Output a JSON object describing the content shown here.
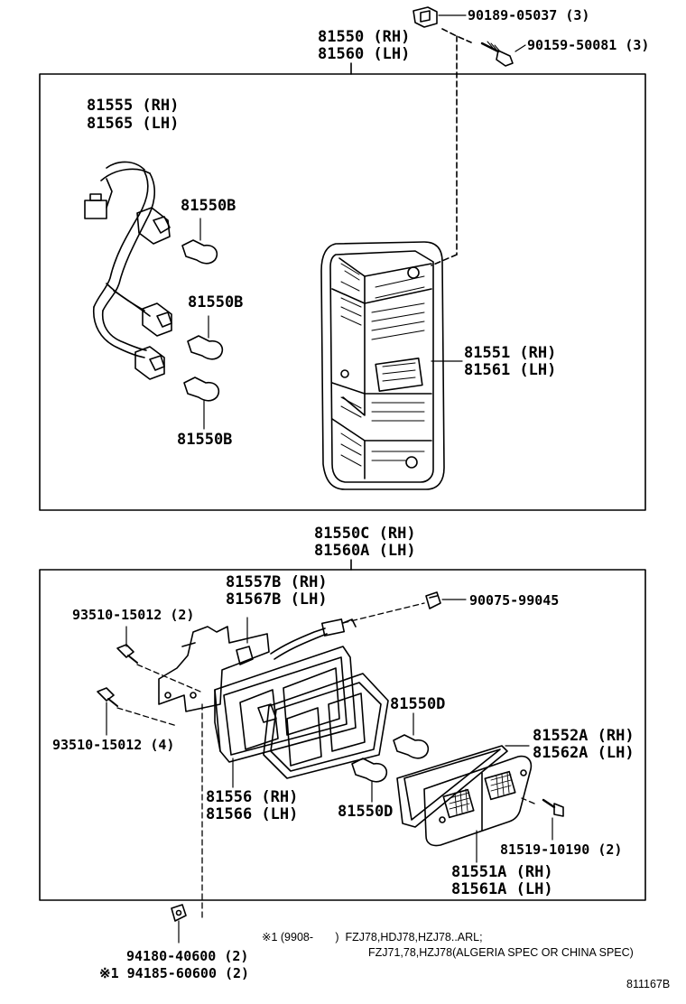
{
  "top_fasteners": {
    "clip": "90189-05037 (3)",
    "screw": "90159-50081 (3)"
  },
  "upper_assembly": {
    "label_rh": "81550 (RH)",
    "label_lh": "81560 (LH)",
    "socket_rh": "81555 (RH)",
    "socket_lh": "81565 (LH)",
    "bulb_1": "81550B",
    "bulb_2": "81550B",
    "bulb_3": "81550B",
    "lens_rh": "81551 (RH)",
    "lens_lh": "81561 (LH)"
  },
  "lower_assembly": {
    "label_rh": "81550C (RH)",
    "label_lh": "81560A (LH)",
    "bracket_rh": "81557B (RH)",
    "bracket_lh": "81567B (LH)",
    "screw_a": "93510-15012 (2)",
    "grommet": "90075-99045",
    "screw_b": "93510-15012 (4)",
    "bulb_d1": "81550D",
    "bulb_d2": "81550D",
    "gasket_rh": "81552A (RH)",
    "gasket_lh": "81562A (LH)",
    "housing_rh": "81556 (RH)",
    "housing_lh": "81566 (LH)",
    "lens_screw": "81519-10190 (2)",
    "lens_rh": "81551A (RH)",
    "lens_lh": "81561A (LH)"
  },
  "bottom": {
    "nut": "94180-40600 (2)",
    "nut_alt": "※1 94185-60600 (2)",
    "note_line1": "※1 (9908-       )  FZJ78,HDJ78,HZJ78..ARL;",
    "note_line2": "FZJ71,78,HZJ78(ALGERIA SPEC OR CHINA SPEC)",
    "figure_code": "811167B"
  }
}
